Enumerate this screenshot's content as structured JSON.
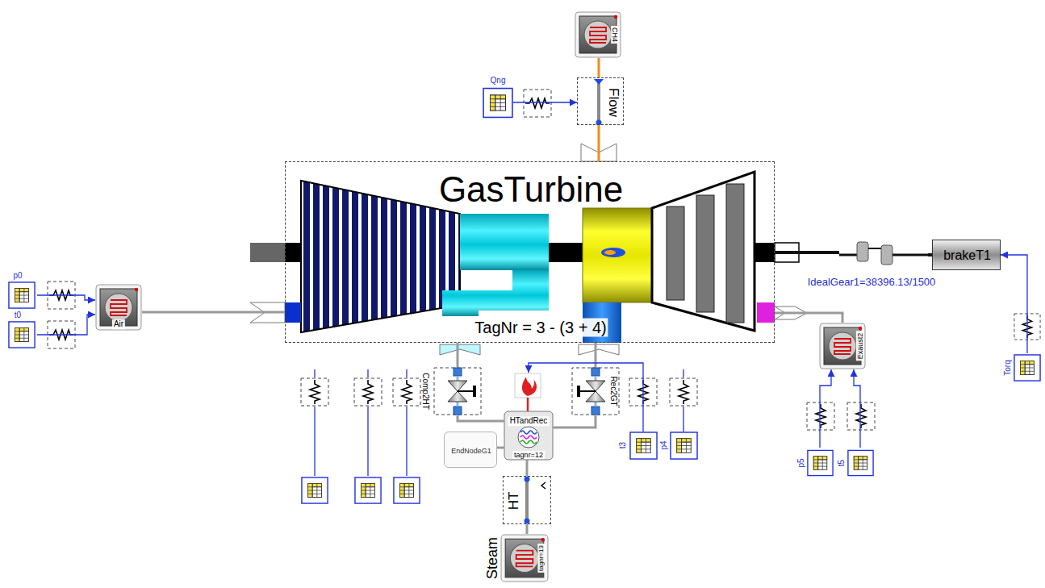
{
  "diagram": {
    "nodes": [
      {
        "text": [
          "GasTurbine",
          "TagNr = 3 - (3 + 4)"
        ]
      },
      {
        "text": [
          "CH4"
        ]
      },
      {
        "text": [
          "Qng"
        ]
      },
      {
        "text": [
          "Flow"
        ]
      },
      {
        "text": [
          "p0"
        ]
      },
      {
        "text": [
          "t0"
        ]
      },
      {
        "text": [
          "Air"
        ]
      },
      {
        "text": [
          "IdealGear1=38396.13/1500"
        ]
      },
      {
        "text": [
          "brakeT1"
        ]
      },
      {
        "text": [
          "Torq"
        ]
      },
      {
        "text": [
          "Exaust2"
        ]
      },
      {
        "text": [
          "Comp2HT"
        ]
      },
      {
        "text": [
          "HTandRec",
          "tagnr=12"
        ]
      },
      {
        "text": [
          "Rec2GT"
        ]
      },
      {
        "text": [
          "t3"
        ]
      },
      {
        "text": [
          "p4"
        ]
      },
      {
        "text": [
          "EndNodeG1"
        ]
      },
      {
        "text": [
          "HT"
        ]
      },
      {
        "text": [
          "Steam",
          "tagnr=13"
        ]
      },
      {
        "text": [
          "p5"
        ]
      },
      {
        "text": [
          "t5"
        ]
      }
    ],
    "edges": [
      {
        "from": 2,
        "to": 3,
        "arrow": "to"
      },
      {
        "from": 1,
        "to": 3,
        "arrow": "none"
      },
      {
        "from": 3,
        "to": 0,
        "arrow": "none"
      },
      {
        "from": 4,
        "to": 6,
        "arrow": "to"
      },
      {
        "from": 5,
        "to": 6,
        "arrow": "to"
      },
      {
        "from": 6,
        "to": 0,
        "arrow": "none"
      },
      {
        "from": 0,
        "to": 7,
        "arrow": "none"
      },
      {
        "from": 7,
        "to": 8,
        "arrow": "none"
      },
      {
        "from": 9,
        "to": 8,
        "arrow": "to"
      },
      {
        "from": 0,
        "to": 10,
        "arrow": "none"
      },
      {
        "from": 19,
        "to": 10,
        "arrow": "to"
      },
      {
        "from": 20,
        "to": 10,
        "arrow": "to"
      },
      {
        "from": 0,
        "to": 11,
        "arrow": "none"
      },
      {
        "from": 11,
        "to": 12,
        "arrow": "none"
      },
      {
        "from": 12,
        "to": 13,
        "arrow": "none"
      },
      {
        "from": 13,
        "to": 0,
        "arrow": "none"
      },
      {
        "from": 16,
        "to": 12,
        "arrow": "none"
      },
      {
        "from": 18,
        "to": 17,
        "arrow": "none"
      },
      {
        "from": 17,
        "to": 12,
        "arrow": "none"
      },
      {
        "from": 14,
        "to": 12,
        "arrow": "to"
      }
    ]
  }
}
